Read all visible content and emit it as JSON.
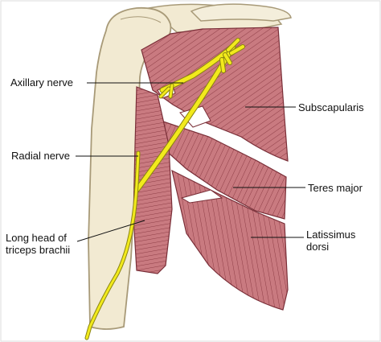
{
  "labels": {
    "axillary_nerve": "Axillary nerve",
    "radial_nerve": "Radial nerve",
    "subscapularis": "Subscapularis",
    "teres_major": "Teres major",
    "long_head_line1": "Long head of",
    "long_head_line2": "triceps brachii",
    "latissimus_line1": "Latissimus",
    "latissimus_line2": "dorsi"
  },
  "colors": {
    "muscle": "#c97a80",
    "muscle_dark": "#8e3d46",
    "bone": "#f2ead2",
    "bone_edge": "#a89a78",
    "nerve": "#f2ea1c",
    "nerve_edge": "#8a8410",
    "leader": "#111111"
  }
}
